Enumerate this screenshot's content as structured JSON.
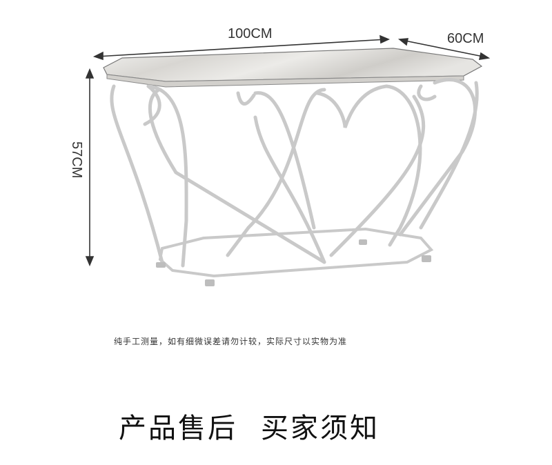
{
  "dimensions": {
    "length": "100CM",
    "depth": "60CM",
    "height": "57CM"
  },
  "note": "纯手工测量，如有细微误差请勿计较，实际尺寸以实物为准",
  "section_heading": {
    "part1": "产品售后",
    "part2": "买家须知"
  }
}
